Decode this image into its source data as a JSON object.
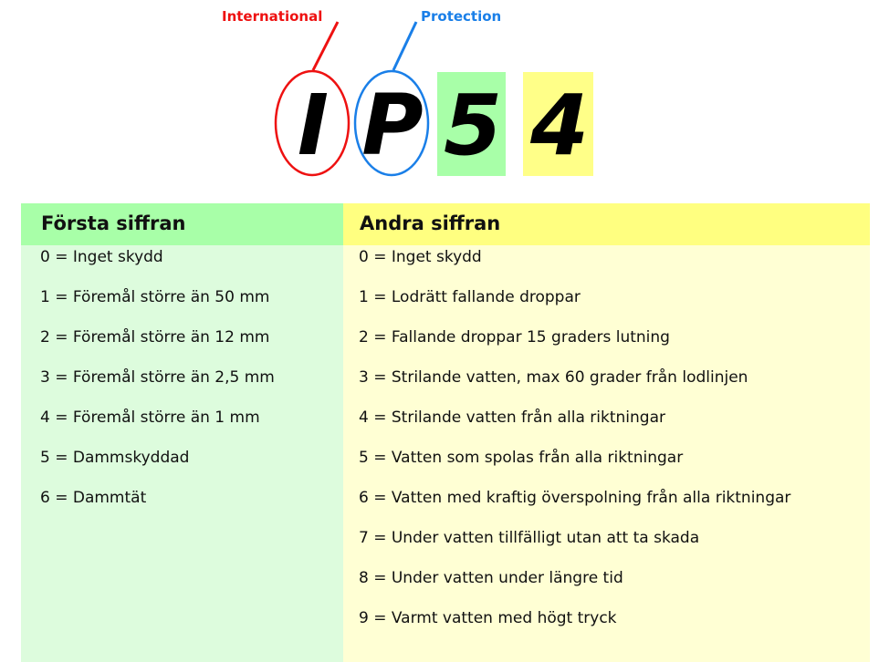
{
  "header": {
    "international_label": "International",
    "protection_label": "Protection"
  },
  "code": {
    "letter_i": "I",
    "letter_p": "P",
    "first_digit": "5",
    "second_digit": "4"
  },
  "colors": {
    "international": "#ee1111",
    "protection": "#1a7fe8",
    "first_digit_bg": "#a8ffa8",
    "second_digit_bg": "#ffff88",
    "first_panel_bg": "#ddfcdd",
    "second_panel_bg": "#ffffd4"
  },
  "first_panel": {
    "title": "Första siffran",
    "items": [
      "0 = Inget skydd",
      "1 = Föremål större än 50 mm",
      "2 = Föremål större än 12 mm",
      "3 = Föremål större än 2,5 mm",
      "4 = Föremål större än 1 mm",
      "5 = Dammskyddad",
      "6 = Dammtät"
    ]
  },
  "second_panel": {
    "title": "Andra siffran",
    "items": [
      "0 = Inget skydd",
      "1 = Lodrätt fallande droppar",
      "2 = Fallande droppar 15 graders lutning",
      "3 = Strilande vatten, max 60 grader från lodlinjen",
      "4 = Strilande vatten från alla riktningar",
      "5 = Vatten som spolas från alla riktningar",
      "6 = Vatten med kraftig överspolning från alla riktningar",
      "7 = Under vatten tillfälligt utan att ta skada",
      "8 = Under vatten under längre tid",
      "9 = Varmt vatten med högt tryck"
    ]
  }
}
